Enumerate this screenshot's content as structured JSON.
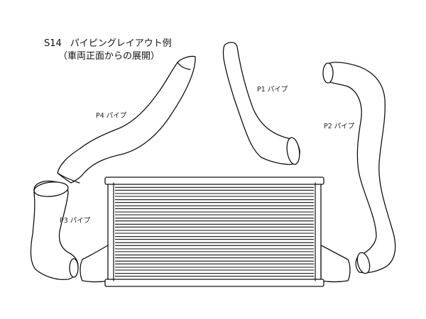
{
  "title": {
    "code": "S14",
    "text": "パイピングレイアウト例"
  },
  "subtitle": "（車両正面からの展開）",
  "parts": [
    {
      "id": "p1",
      "label": "P1 パイプ"
    },
    {
      "id": "p2",
      "label": "P2 パイプ"
    },
    {
      "id": "p3",
      "label": "P3 パイプ"
    },
    {
      "id": "p4",
      "label": "P4 パイプ"
    }
  ],
  "colors": {
    "line": "#111111",
    "background": "#ffffff"
  }
}
